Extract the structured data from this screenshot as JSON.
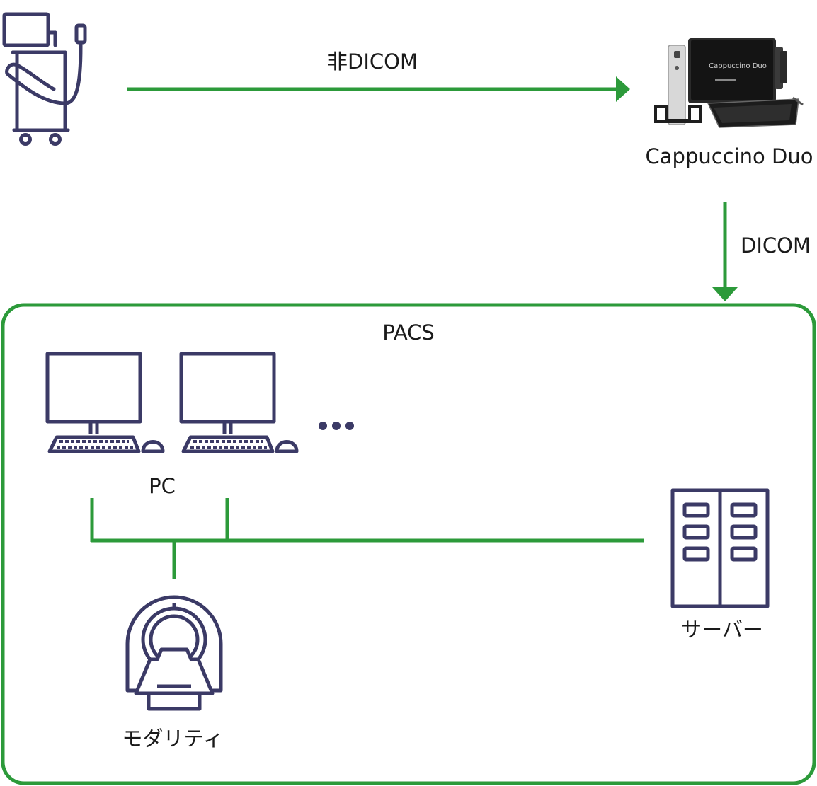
{
  "labels": {
    "non_dicom": "非DICOM",
    "cappuccino": "Cappuccino Duo",
    "device_screen": "Cappuccino Duo",
    "dicom": "DICOM",
    "pacs": "PACS",
    "pc": "PC",
    "ellipsis": "• • •",
    "server": "サーバー",
    "modality": "モダリティ"
  },
  "colors": {
    "arrow": "#2c9a3a",
    "icon": "#3b3a66",
    "text": "#1a1a1a"
  },
  "icons": {
    "ultrasound": "ultrasound-cart-icon",
    "device": "cappuccino-duo-device-icon",
    "pc": "desktop-pc-icon",
    "server": "server-rack-icon",
    "modality": "ct-scanner-icon"
  }
}
